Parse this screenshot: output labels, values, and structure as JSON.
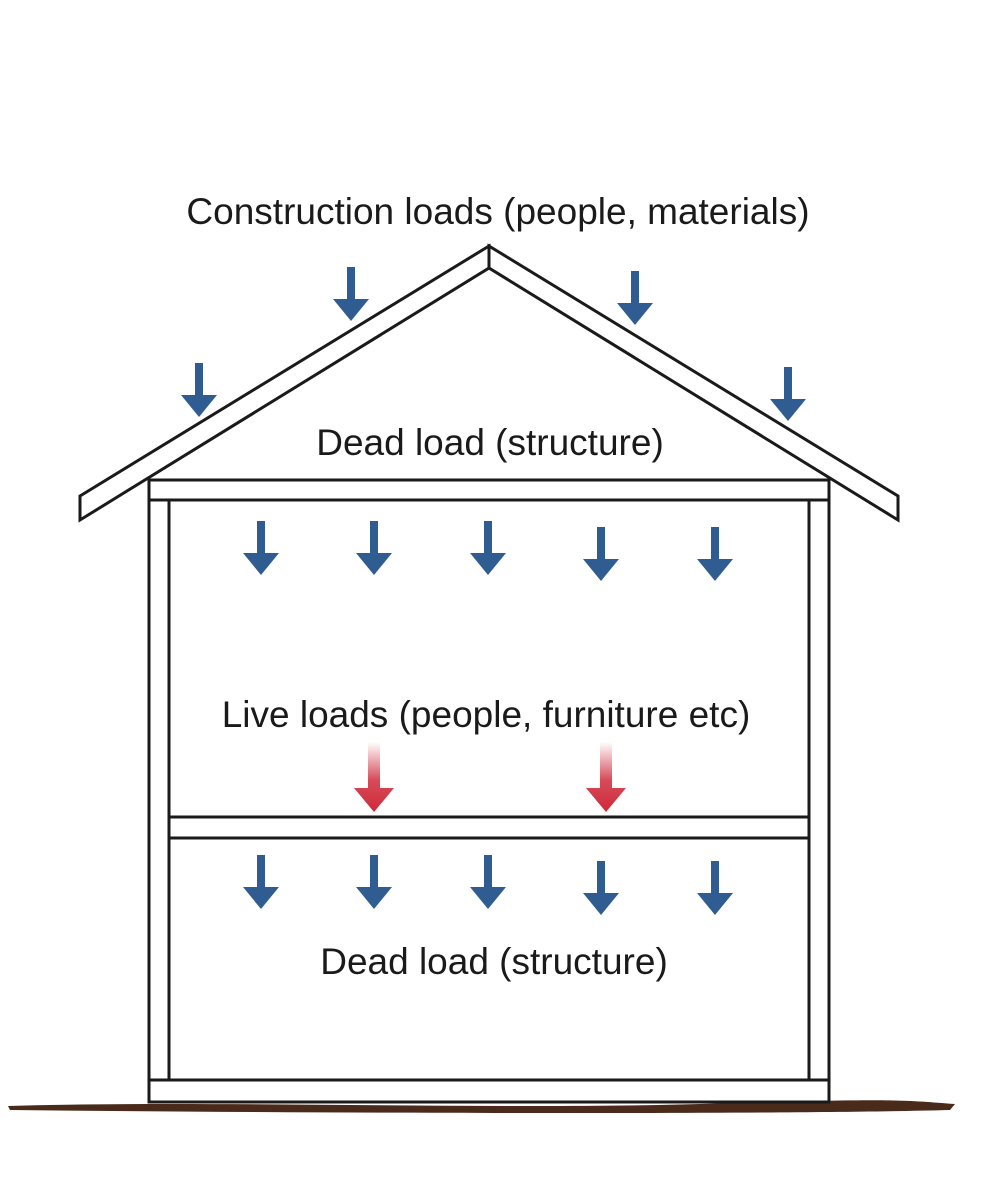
{
  "labels": {
    "construction": "Construction loads (people, materials)",
    "dead_roof": "Dead load (structure)",
    "live": "Live loads (people, furniture etc)",
    "dead_floor": "Dead load (structure)"
  },
  "colors": {
    "dead_arrow": "#2f5d92",
    "live_arrow": "#cf2a3a",
    "outline": "#1a1a1a",
    "ground": "#4a2a1a"
  },
  "icons": {
    "load_arrow": "down-arrow-icon"
  }
}
